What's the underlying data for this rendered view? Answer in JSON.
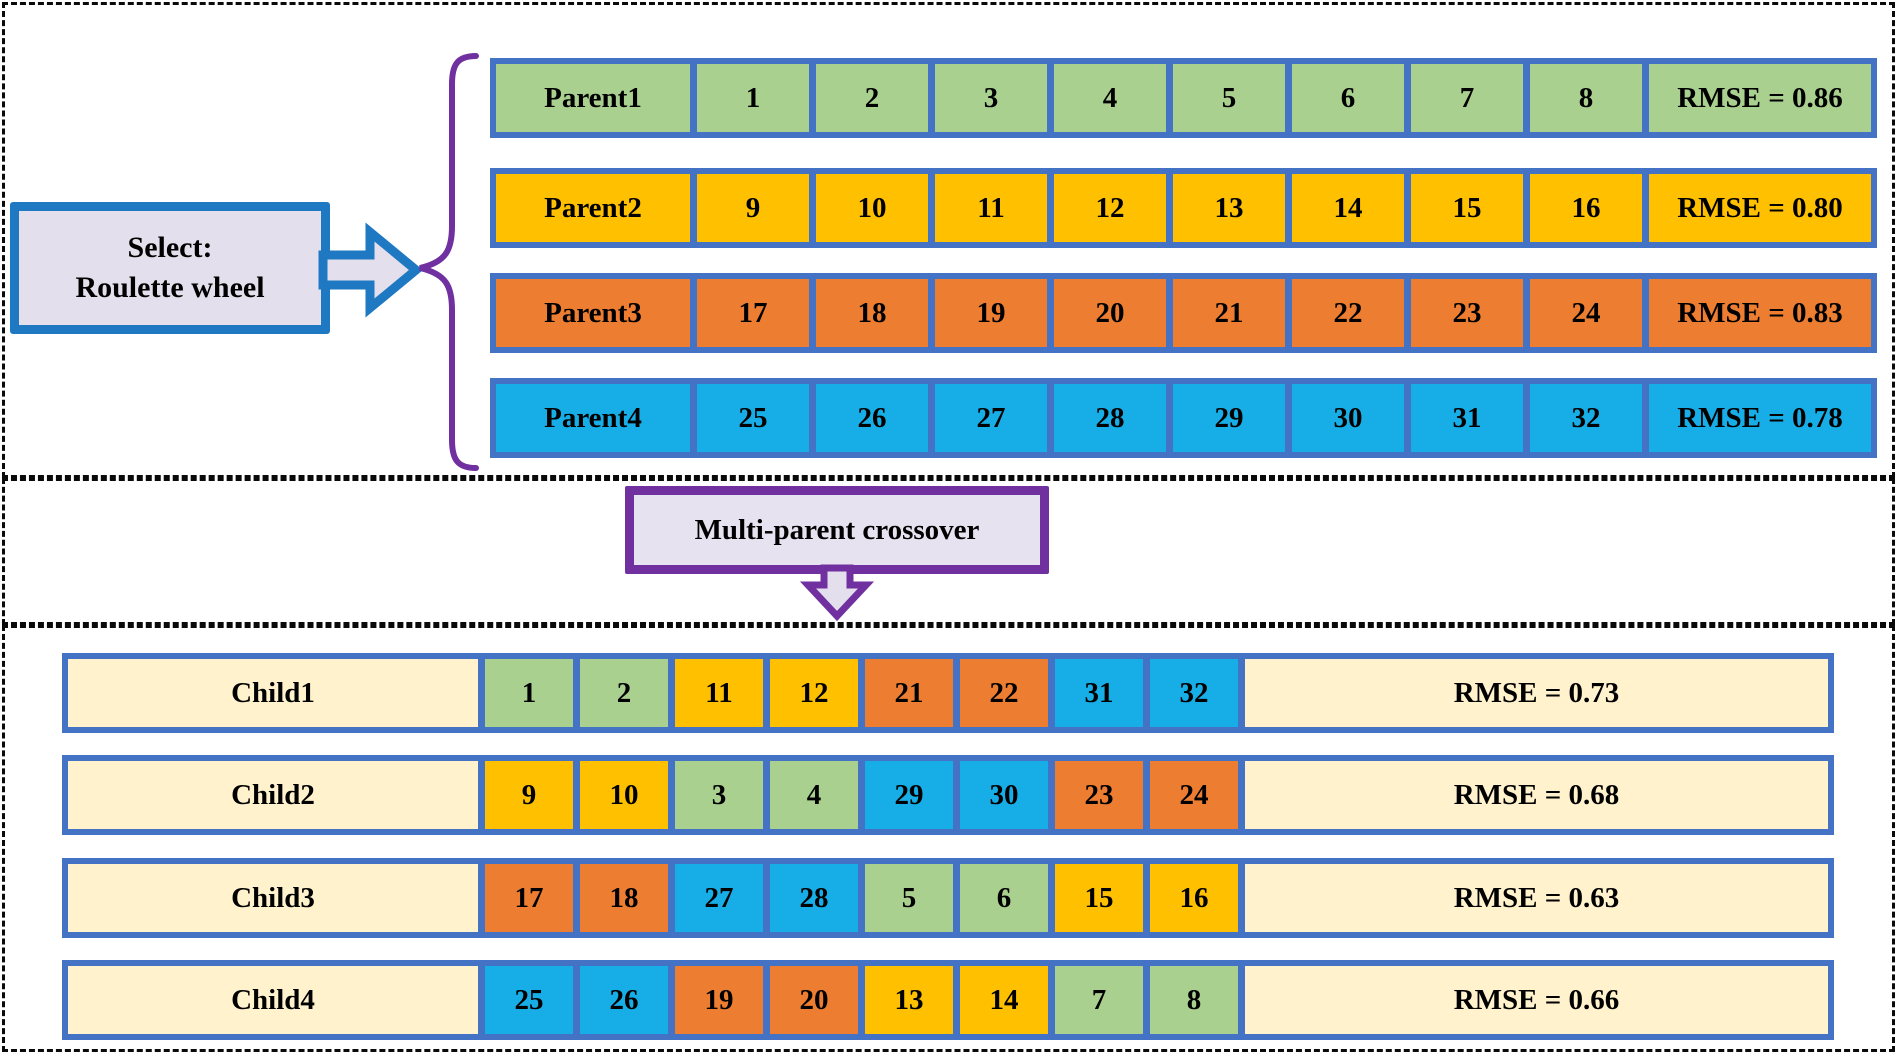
{
  "colors": {
    "green": "#A9D08E",
    "yellow": "#FFC000",
    "orange": "#ED7D31",
    "blue": "#17AEE8",
    "cream": "#FFF2CC",
    "lavender": "#E4DFEC",
    "row_border": "#4472C4",
    "select_border": "#1E78C2",
    "purple": "#7030A0"
  },
  "select_box": {
    "line1": "Select:",
    "line2": "Roulette wheel"
  },
  "crossover_box": {
    "label": "Multi-parent crossover"
  },
  "parents": [
    {
      "label": "Parent1",
      "color": "green",
      "genes": [
        "1",
        "2",
        "3",
        "4",
        "5",
        "6",
        "7",
        "8"
      ],
      "rmse": "RMSE = 0.86"
    },
    {
      "label": "Parent2",
      "color": "yellow",
      "genes": [
        "9",
        "10",
        "11",
        "12",
        "13",
        "14",
        "15",
        "16"
      ],
      "rmse": "RMSE = 0.80"
    },
    {
      "label": "Parent3",
      "color": "orange",
      "genes": [
        "17",
        "18",
        "19",
        "20",
        "21",
        "22",
        "23",
        "24"
      ],
      "rmse": "RMSE = 0.83"
    },
    {
      "label": "Parent4",
      "color": "blue",
      "genes": [
        "25",
        "26",
        "27",
        "28",
        "29",
        "30",
        "31",
        "32"
      ],
      "rmse": "RMSE = 0.78"
    }
  ],
  "children": [
    {
      "label": "Child1",
      "rmse": "RMSE = 0.73",
      "genes": [
        {
          "value": "1",
          "color": "green"
        },
        {
          "value": "2",
          "color": "green"
        },
        {
          "value": "11",
          "color": "yellow"
        },
        {
          "value": "12",
          "color": "yellow"
        },
        {
          "value": "21",
          "color": "orange"
        },
        {
          "value": "22",
          "color": "orange"
        },
        {
          "value": "31",
          "color": "blue"
        },
        {
          "value": "32",
          "color": "blue"
        }
      ]
    },
    {
      "label": "Child2",
      "rmse": "RMSE = 0.68",
      "genes": [
        {
          "value": "9",
          "color": "yellow"
        },
        {
          "value": "10",
          "color": "yellow"
        },
        {
          "value": "3",
          "color": "green"
        },
        {
          "value": "4",
          "color": "green"
        },
        {
          "value": "29",
          "color": "blue"
        },
        {
          "value": "30",
          "color": "blue"
        },
        {
          "value": "23",
          "color": "orange"
        },
        {
          "value": "24",
          "color": "orange"
        }
      ]
    },
    {
      "label": "Child3",
      "rmse": "RMSE = 0.63",
      "genes": [
        {
          "value": "17",
          "color": "orange"
        },
        {
          "value": "18",
          "color": "orange"
        },
        {
          "value": "27",
          "color": "blue"
        },
        {
          "value": "28",
          "color": "blue"
        },
        {
          "value": "5",
          "color": "green"
        },
        {
          "value": "6",
          "color": "green"
        },
        {
          "value": "15",
          "color": "yellow"
        },
        {
          "value": "16",
          "color": "yellow"
        }
      ]
    },
    {
      "label": "Child4",
      "rmse": "RMSE = 0.66",
      "genes": [
        {
          "value": "25",
          "color": "blue"
        },
        {
          "value": "26",
          "color": "blue"
        },
        {
          "value": "19",
          "color": "orange"
        },
        {
          "value": "20",
          "color": "orange"
        },
        {
          "value": "13",
          "color": "yellow"
        },
        {
          "value": "14",
          "color": "yellow"
        },
        {
          "value": "7",
          "color": "green"
        },
        {
          "value": "8",
          "color": "green"
        }
      ]
    }
  ],
  "layout_hints": {
    "parent_row_tops": [
      58,
      168,
      273,
      378
    ],
    "child_row_tops": [
      653,
      755,
      858,
      960
    ]
  }
}
